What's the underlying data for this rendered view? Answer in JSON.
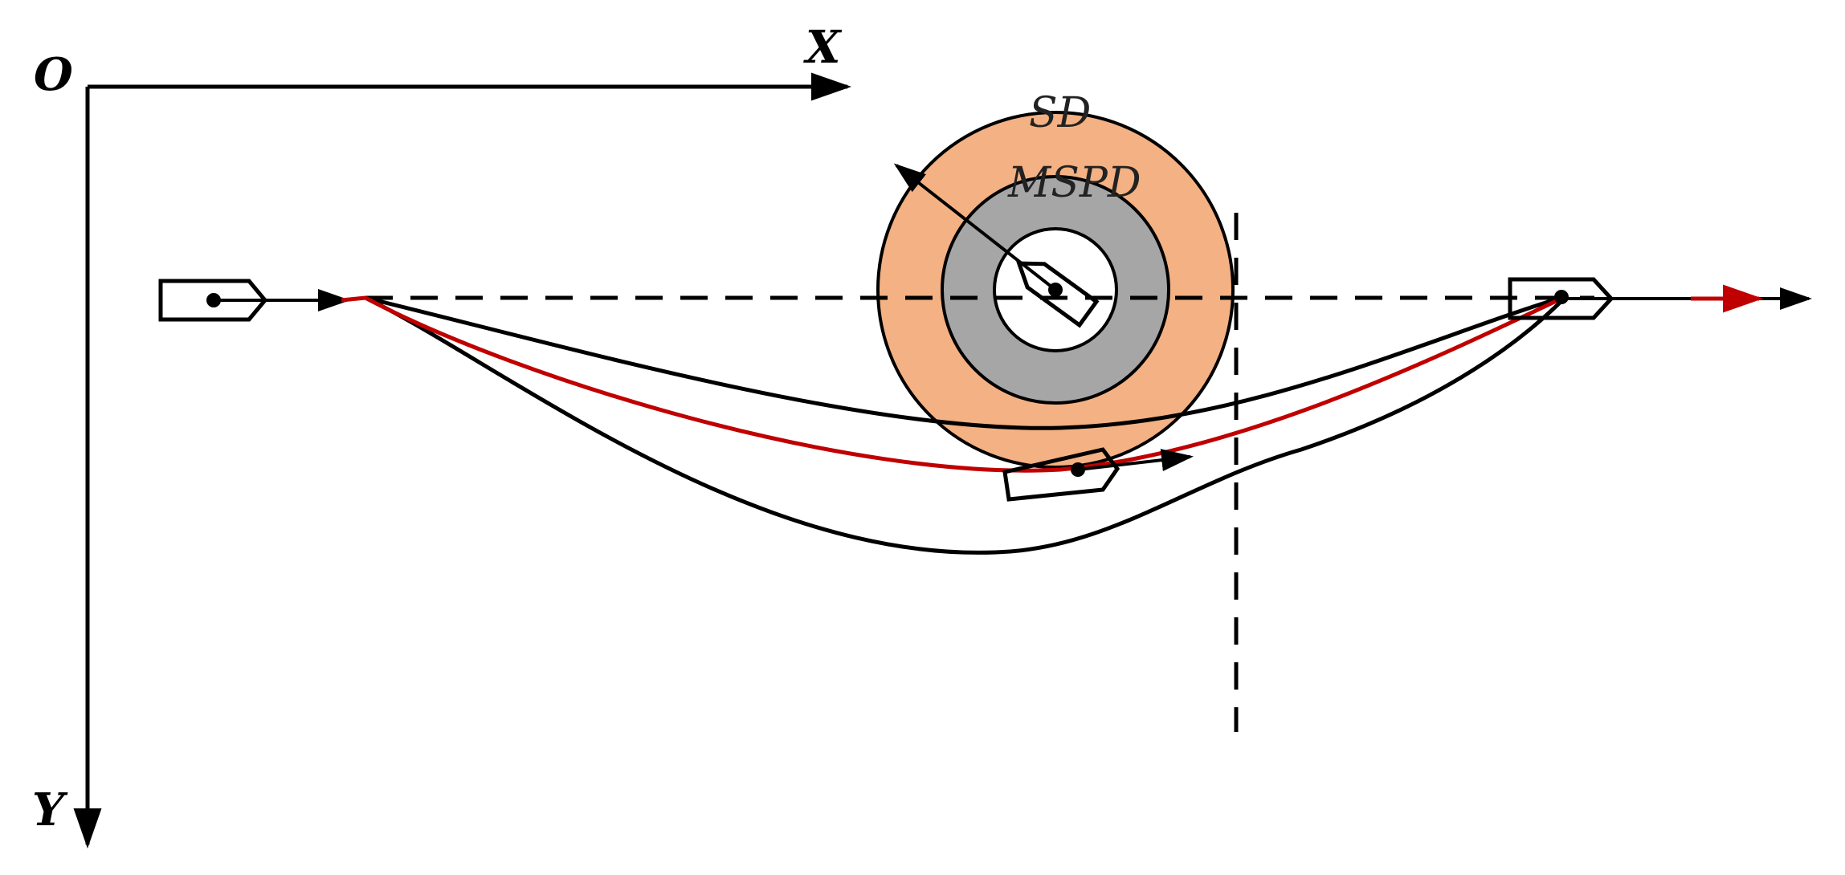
{
  "labels": {
    "origin": "O",
    "x_axis": "X",
    "y_axis": "Y",
    "safety_domain": "SD",
    "min_safe_passing_distance": "MSPD"
  },
  "colors": {
    "safety_domain_fill": "#f4b183",
    "mspd_ring_fill": "#a6a6a6",
    "inner_circle_fill": "#ffffff",
    "trajectory_red": "#c00000",
    "line_black": "#000000"
  }
}
